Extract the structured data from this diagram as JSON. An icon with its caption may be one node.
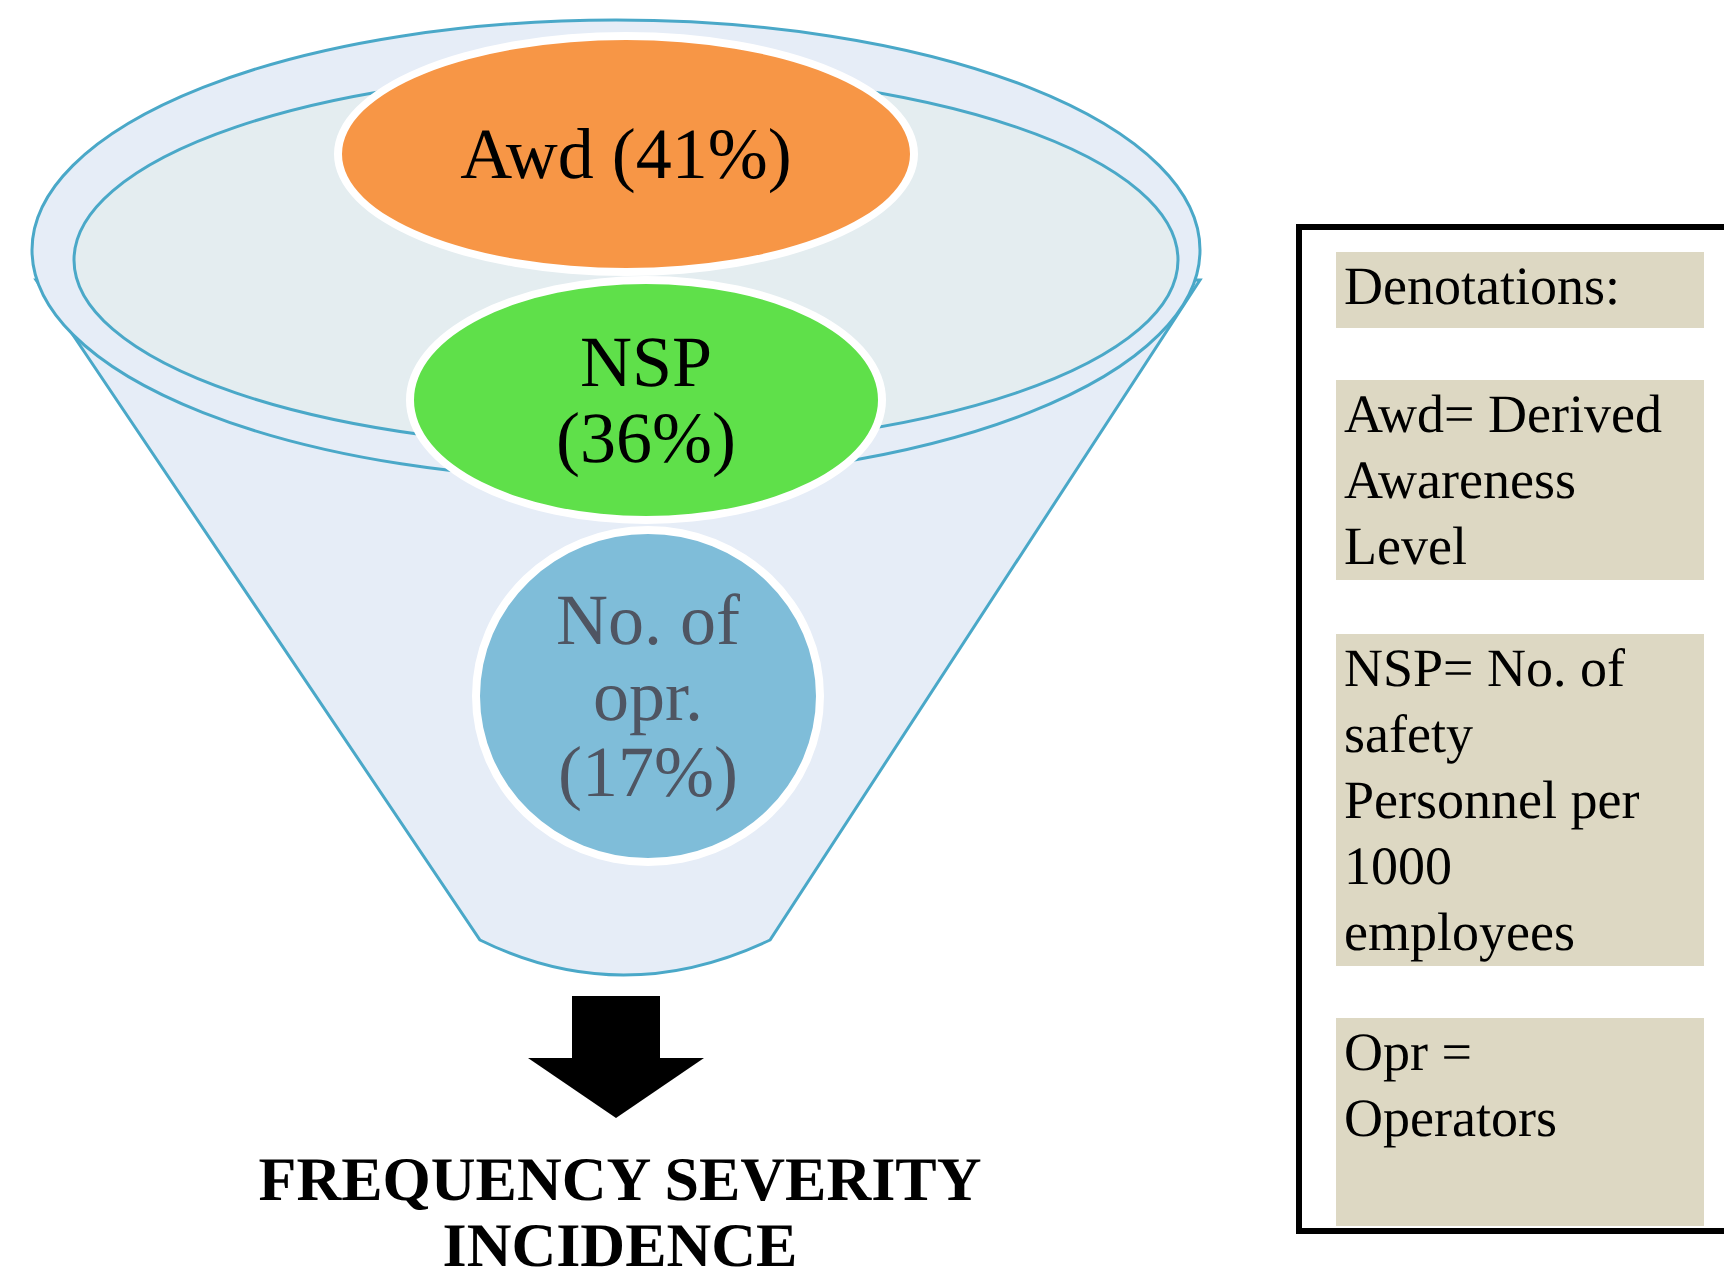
{
  "diagram": {
    "nodes": [
      {
        "text": [],
        "shape": "funnel"
      },
      {
        "text": [
          "Awd (41%)"
        ]
      },
      {
        "text": [
          "NSP (36%)"
        ],
        "in": 0
      },
      {
        "text": [
          "No. of opr. (17%)"
        ],
        "in": 0
      },
      {
        "text": [
          "FREQUENCY SEVERITY INCIDENCE"
        ]
      },
      {
        "text": [],
        "shape": "box"
      },
      {
        "text": [
          "Denotations:"
        ],
        "in": 5
      },
      {
        "text": [
          "Awd= Derived Awareness Level"
        ],
        "in": 5
      },
      {
        "text": [
          "NSP= No. of safety Personnel per 1000 employees"
        ],
        "in": 5
      },
      {
        "text": [
          "Opr = Operators"
        ],
        "in": 5
      }
    ],
    "edges": [
      {
        "from": 0,
        "to": 4,
        "arrow": "to"
      }
    ]
  }
}
